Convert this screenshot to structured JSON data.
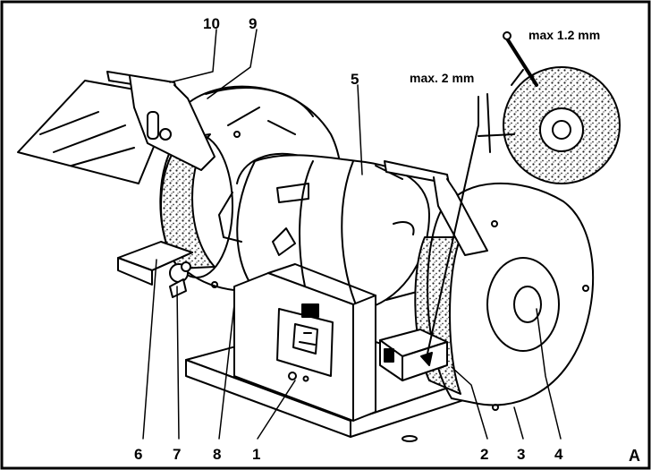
{
  "figure_label": "A",
  "dimensions": {
    "tool_rest_gap": "max. 2 mm",
    "spark_guard_gap": "max 1.2 mm"
  },
  "callouts": {
    "c1": "1",
    "c2": "2",
    "c3": "3",
    "c4": "4",
    "c5": "5",
    "c6": "6",
    "c7": "7",
    "c8": "8",
    "c9": "9",
    "c10": "10"
  }
}
